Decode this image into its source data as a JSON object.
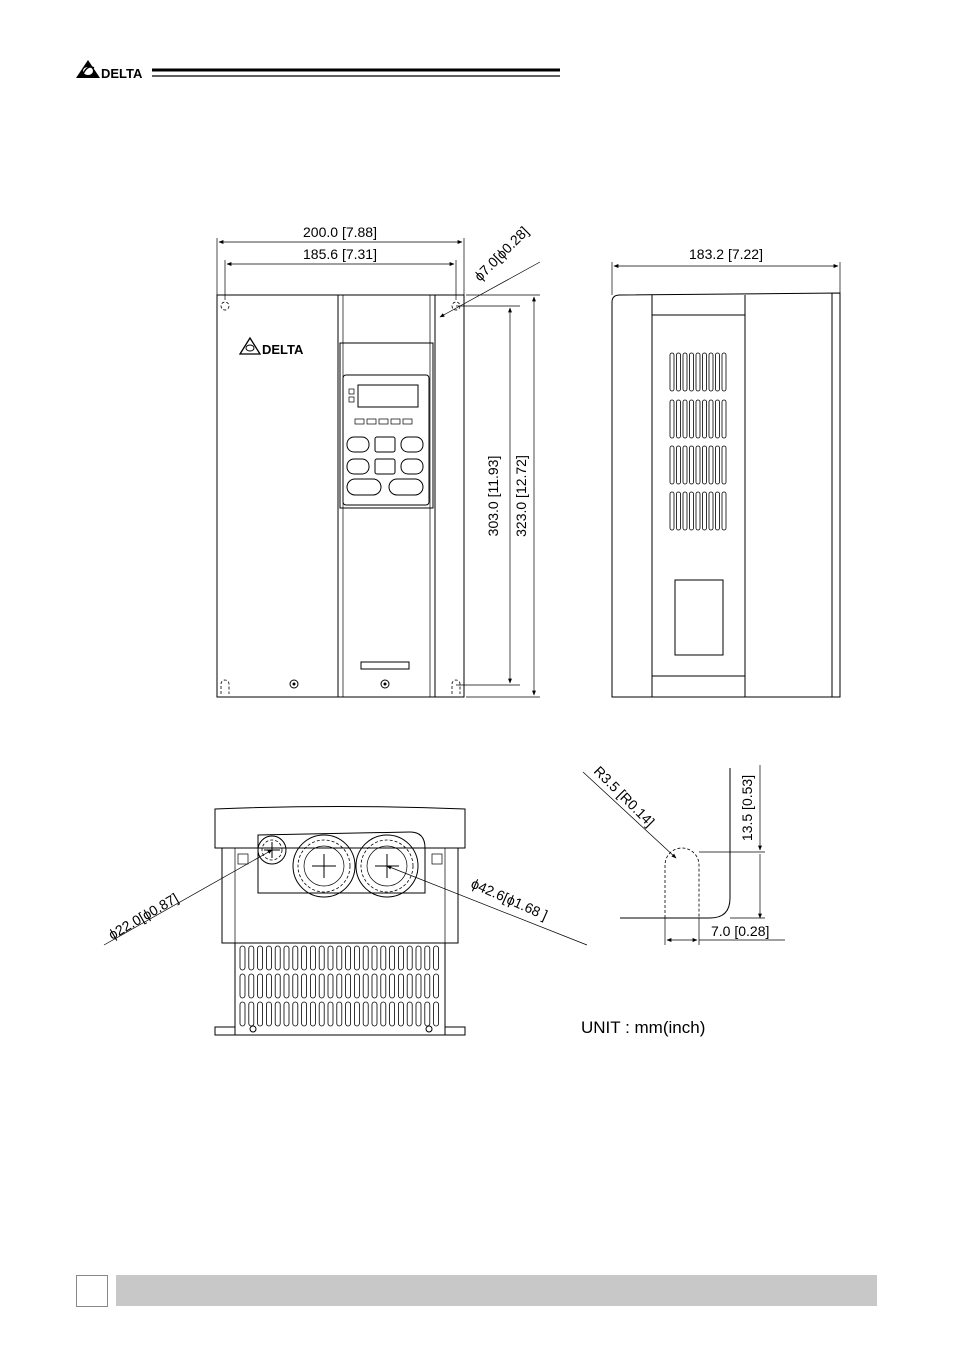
{
  "header": {
    "brand_name": "DELTA"
  },
  "front_view": {
    "brand_name": "DELTA",
    "dims": {
      "overall_width": "200.0 [7.88]",
      "mount_width": "185.6 [7.31]",
      "mount_hole": "ϕ7.0[ϕ0.28]",
      "mount_height": "303.0 [11.93]",
      "overall_height": "323.0 [12.72]"
    }
  },
  "side_view": {
    "dims": {
      "depth": "183.2 [7.22]"
    }
  },
  "bottom_view": {
    "dims": {
      "small_knockout": "ϕ22.0[ϕ0.87]",
      "large_knockout": "ϕ42.6[ϕ1.68  ]"
    }
  },
  "slot_detail": {
    "dims": {
      "radius": "R3.5 [R0.14]",
      "height": "13.5 [0.53]",
      "width": "7.0 [0.28]"
    }
  },
  "unit_label": "UNIT : mm(inch)"
}
